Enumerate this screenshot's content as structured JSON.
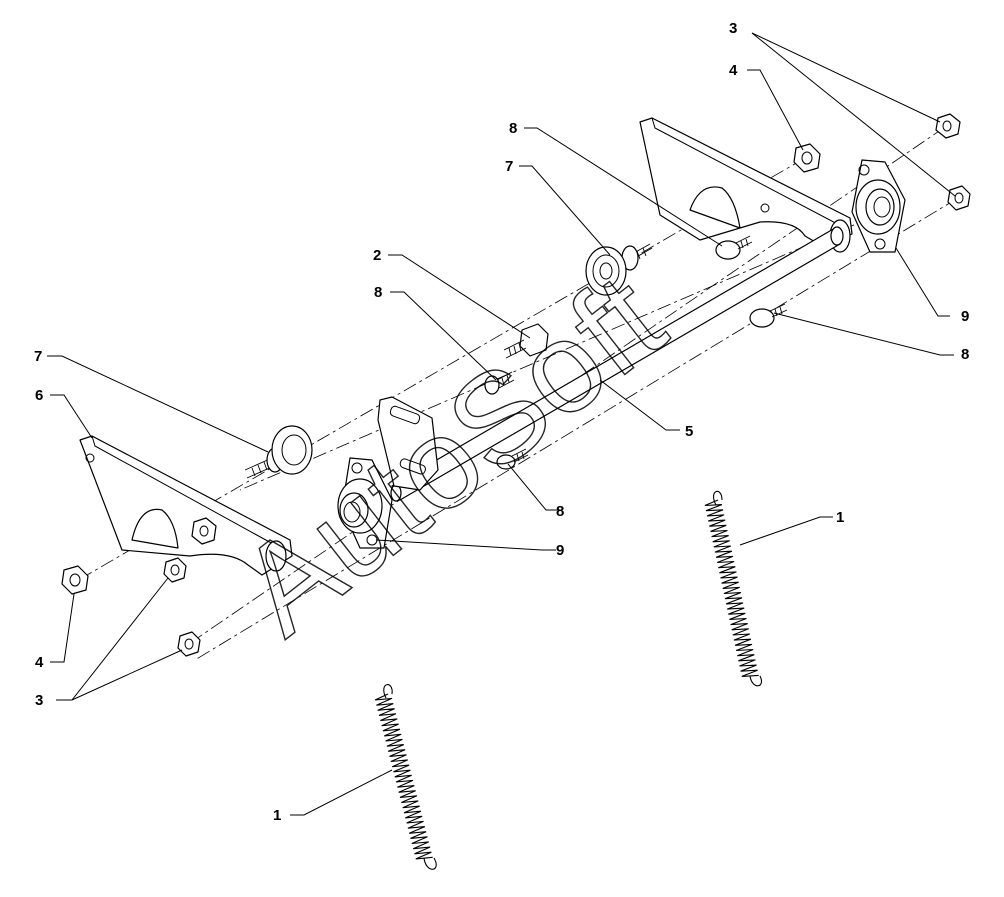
{
  "watermark": "AutoSoft",
  "callouts": {
    "c3_top": "3",
    "c4_top": "4",
    "c8_top": "8",
    "c7_top": "7",
    "c2": "2",
    "c8_mid": "8",
    "c7_left": "7",
    "c6": "6",
    "c9_right": "9",
    "c8_right": "8",
    "c5": "5",
    "c8_center": "8",
    "c9_center": "9",
    "c1_right": "1",
    "c4_left": "4",
    "c3_left": "3",
    "c1_bottom": "1"
  }
}
